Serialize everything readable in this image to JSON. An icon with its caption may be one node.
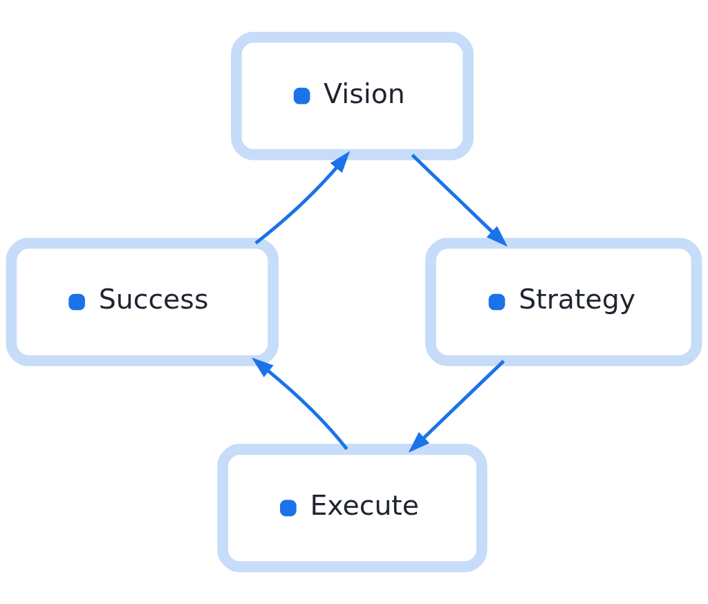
{
  "diagram": {
    "nodes": [
      {
        "text": [
          "Vision"
        ]
      },
      {
        "text": [
          "Success"
        ]
      },
      {
        "text": [
          "Strategy"
        ]
      },
      {
        "text": [
          "Execute"
        ]
      }
    ],
    "edges": [
      {
        "from": 0,
        "to": 2,
        "arrow": "to"
      },
      {
        "from": 2,
        "to": 3,
        "arrow": "to"
      },
      {
        "from": 3,
        "to": 1,
        "arrow": "to"
      },
      {
        "from": 1,
        "to": 0,
        "arrow": "to"
      }
    ]
  }
}
